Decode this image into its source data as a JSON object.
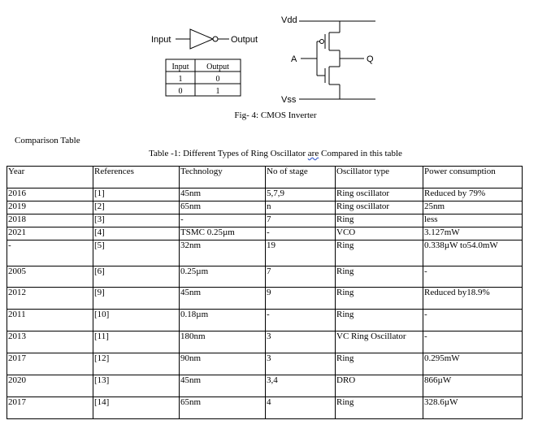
{
  "figure": {
    "gate_input_label": "Input",
    "gate_output_label": "Output",
    "truth_table": {
      "headers": [
        "Input",
        "Output"
      ],
      "rows": [
        [
          "1",
          "0"
        ],
        [
          "0",
          "1"
        ]
      ]
    },
    "vdd_label": "Vdd",
    "vss_label": "Vss",
    "a_label": "A",
    "q_label": "Q",
    "caption": "Fig- 4: CMOS Inverter"
  },
  "comparison_heading": "Comparison Table",
  "table": {
    "title_prefix": "Table -1: Different Types of  Ring Oscillator ",
    "title_flagged_word": "are",
    "title_suffix": " Compared in this table",
    "headers": [
      "Year",
      "References",
      "Technology",
      "No of stage",
      "Oscillator type",
      "Power consumption"
    ],
    "rows": [
      [
        "2016",
        "[1]",
        "45nm",
        "5,7,9",
        "Ring oscillator",
        "Reduced by 79%"
      ],
      [
        "2019",
        "[2]",
        "65nm",
        "n",
        "Ring oscillator",
        "25nm"
      ],
      [
        "2018",
        "[3]",
        "-",
        "7",
        "Ring",
        "less"
      ],
      [
        "2021",
        "[4]",
        "TSMC 0.25µm",
        "-",
        "VCO",
        "3.127mW"
      ],
      [
        "-",
        "[5]",
        "32nm",
        "19",
        "Ring",
        "0.338µW to54.0mW"
      ],
      [
        "2005",
        "[6]",
        "0.25µm",
        "7",
        "Ring",
        "-"
      ],
      [
        "2012",
        "[9]",
        "45nm",
        "9",
        "Ring",
        "Reduced by18.9%"
      ],
      [
        "2011",
        "[10]",
        "0.18µm",
        "-",
        "Ring",
        "-"
      ],
      [
        "2013",
        "[11]",
        "180nm",
        "3",
        "VC Ring  Oscillator",
        "-"
      ],
      [
        "2017",
        "[12]",
        "90nm",
        "3",
        "Ring",
        "0.295mW"
      ],
      [
        "2020",
        "[13]",
        "45nm",
        "3,4",
        "DRO",
        "866µW"
      ],
      [
        "2017",
        "[14]",
        "65nm",
        "4",
        "Ring",
        "328.6µW"
      ]
    ]
  }
}
